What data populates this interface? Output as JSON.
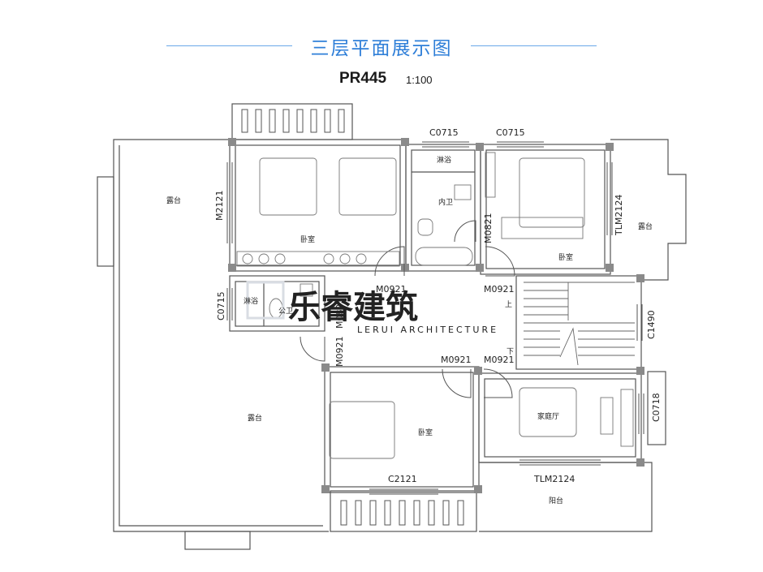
{
  "header": {
    "title": "三层平面展示图",
    "code": "PR445",
    "scale": "1:100"
  },
  "rooms": {
    "terrace_top_left": "露台",
    "bedroom_top": "卧室",
    "shower_top": "淋浴",
    "inner_bath": "内卫",
    "bedroom_right": "卧室",
    "terrace_right": "露台",
    "shower_left": "淋浴",
    "public_bath": "公卫",
    "terrace_bottom_left": "露台",
    "bedroom_bottom": "卧室",
    "family_room": "家庭厅",
    "balcony": "阳台"
  },
  "openings": {
    "c0715_a": "C0715",
    "c0715_b": "C0715",
    "m2121": "M2121",
    "m0821_a": "M0821",
    "tlm2124_a": "TLM2124",
    "m0921_a": "M0921",
    "m0921_b": "M0921",
    "c0715_c": "C0715",
    "m0821_b": "M0821",
    "c1490": "C1490",
    "m0921_c": "M0921",
    "m0921_d": "M0921",
    "m0921_e": "M0921",
    "c0718": "C0718",
    "c2121": "C2121",
    "tlm2124_b": "TLM2124"
  },
  "stairs": {
    "up": "上",
    "down": "下"
  },
  "watermark": {
    "name": "乐睿建筑",
    "sub": "LERUI ARCHITECTURE"
  },
  "colors": {
    "title": "#2f7fd8",
    "title_line": "#6aa8e8",
    "wall": "#555555",
    "column": "#8a8a8a",
    "watermark": "#d9dde3"
  }
}
